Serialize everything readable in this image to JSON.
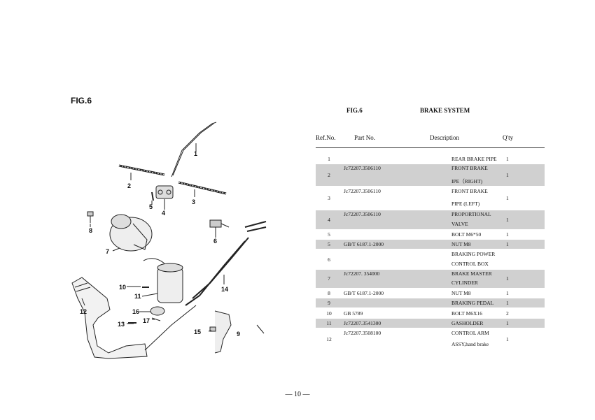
{
  "figure_label": "FIG.6",
  "table": {
    "fig": "FIG.6",
    "title": "BRAKE SYSTEM",
    "headers": {
      "ref": "Ref.No.",
      "part": "Part No.",
      "desc": "Description",
      "qty": "Q'ty"
    },
    "rows": [
      {
        "ref": "1",
        "part": "",
        "desc": [
          "REAR BRAKE PIPE"
        ],
        "qty": "1",
        "shaded": false
      },
      {
        "ref": "2",
        "part": "Jc72207.3506110",
        "desc": [
          "FRONT BRAKE",
          "IPE（RIGHT)"
        ],
        "qty": "1",
        "shaded": true
      },
      {
        "ref": "3",
        "part": "Jc72207.3506110",
        "desc": [
          "FRONT BRAKE",
          "PIPE (LEFT)"
        ],
        "qty": "1",
        "shaded": false
      },
      {
        "ref": "4",
        "part": "Jc72207.3506110",
        "desc": [
          "PROPORTIONAL",
          "VALVE"
        ],
        "qty": "1",
        "shaded": true
      },
      {
        "ref": "5",
        "part": "",
        "desc": [
          "BOLT M6*50"
        ],
        "qty": "1",
        "shaded": false
      },
      {
        "ref": "5",
        "part": "GB/T 6187.1-2000",
        "desc": [
          "NUT    M8"
        ],
        "qty": "1",
        "shaded": true
      },
      {
        "ref": "6",
        "part": "",
        "desc": [
          "BRAKING POWER",
          "CONTROL BOX"
        ],
        "qty": "",
        "shaded": false
      },
      {
        "ref": "7",
        "part": "Jc72207. 354000",
        "desc": [
          "BRAKE MASTER",
          "CYLINDER"
        ],
        "qty": "1",
        "shaded": true
      },
      {
        "ref": "8",
        "part": "GB/T 6187.1-2000",
        "desc": [
          "NUT    M8"
        ],
        "qty": "1",
        "shaded": false
      },
      {
        "ref": "9",
        "part": "",
        "desc": [
          "BRAKING PEDAL"
        ],
        "qty": "1",
        "shaded": true
      },
      {
        "ref": "10",
        "part": "GB 5789",
        "desc": [
          "BOLT    M6X16"
        ],
        "qty": "2",
        "shaded": false
      },
      {
        "ref": "11",
        "part": "Jc72207.3541300",
        "desc": [
          "GASHOLDER"
        ],
        "qty": "1",
        "shaded": true
      },
      {
        "ref": "12",
        "part": "Jc72207.3508100",
        "desc": [
          "CONTROL ARM",
          "ASSY,hand brake"
        ],
        "qty": "1",
        "shaded": false
      }
    ]
  },
  "callouts": [
    "1",
    "2",
    "3",
    "4",
    "5",
    "6",
    "7",
    "8",
    "9",
    "10",
    "11",
    "12",
    "13",
    "14",
    "15",
    "16",
    "17"
  ],
  "page_number": "— 10 —"
}
